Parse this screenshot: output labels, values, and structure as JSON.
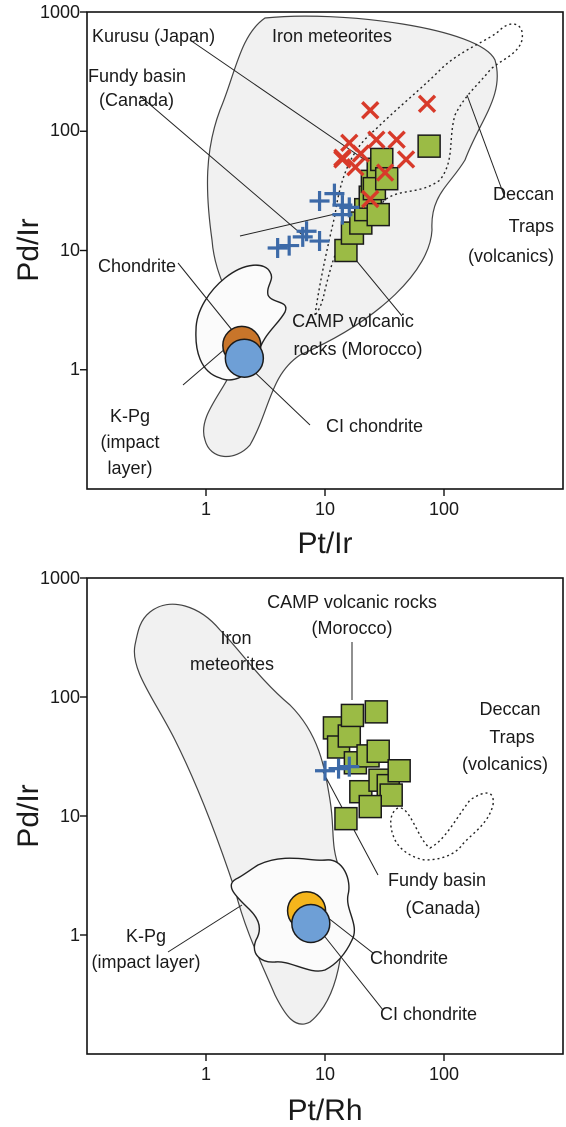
{
  "chart_data": [
    {
      "type": "scatter",
      "scale": "log-log",
      "xlabel": "Pt/Ir",
      "ylabel": "Pd/Ir",
      "xlim": [
        0.1,
        1000
      ],
      "ylim": [
        0.1,
        1000
      ],
      "x_ticks": [
        1,
        10,
        100
      ],
      "y_ticks": [
        1,
        10,
        100,
        1000
      ],
      "grid": false,
      "colors": {
        "kurusu": "#d83a2a",
        "fundy": "#3d6aa8",
        "camp": "#9bbb45",
        "chondrite": "#c8752a",
        "ci_chondrite": "#6e9fd6",
        "field_fill": "#f0f0f0"
      },
      "series": [
        {
          "name": "Kurusu (Japan)",
          "marker": "x",
          "color": "#d83a2a",
          "points": [
            [
              14,
              60
            ],
            [
              16,
              80
            ],
            [
              18,
              50
            ],
            [
              20,
              65
            ],
            [
              24,
              150
            ],
            [
              27,
              85
            ],
            [
              32,
              45
            ],
            [
              40,
              85
            ],
            [
              48,
              58
            ],
            [
              72,
              170
            ],
            [
              24,
              27
            ],
            [
              14,
              58
            ]
          ]
        },
        {
          "name": "Fundy basin (Canada)",
          "marker": "plus",
          "color": "#3d6aa8",
          "points": [
            [
              4,
              10.5
            ],
            [
              5,
              11
            ],
            [
              6.5,
              13
            ],
            [
              7,
              14.5
            ],
            [
              9,
              12
            ],
            [
              9,
              26
            ],
            [
              12,
              30
            ],
            [
              14,
              24
            ],
            [
              16,
              23
            ],
            [
              14,
              20
            ]
          ]
        },
        {
          "name": "CAMP volcanic rocks (Morocco)",
          "marker": "square",
          "color": "#9bbb45",
          "points": [
            [
              15,
              10
            ],
            [
              17,
              14
            ],
            [
              20,
              17
            ],
            [
              22,
              22
            ],
            [
              24,
              28
            ],
            [
              25,
              38
            ],
            [
              28,
              48
            ],
            [
              28,
              20
            ],
            [
              30,
              58
            ],
            [
              26,
              33
            ],
            [
              33,
              40
            ],
            [
              75,
              75
            ]
          ]
        },
        {
          "name": "Chondrite",
          "marker": "circle",
          "color": "#c8752a",
          "points": [
            [
              2,
              1.6
            ]
          ]
        },
        {
          "name": "CI chondrite",
          "marker": "circle",
          "color": "#6e9fd6",
          "points": [
            [
              2.1,
              1.25
            ]
          ]
        }
      ],
      "fields": [
        {
          "name": "Iron meteorites",
          "style": "solid-filled"
        },
        {
          "name": "K-Pg (impact layer)",
          "style": "solid"
        },
        {
          "name": "Deccan Traps (volcanics)",
          "style": "dotted"
        }
      ],
      "annotations": [
        {
          "text": "Kurusu (Japan)"
        },
        {
          "text": "Iron meteorites"
        },
        {
          "text": "Fundy basin",
          "line2": "(Canada)"
        },
        {
          "text": "Deccan",
          "line2": "Traps",
          "line3": "(volcanics)"
        },
        {
          "text": "Chondrite"
        },
        {
          "text": "CAMP volcanic",
          "line2": "rocks (Morocco)"
        },
        {
          "text": "K-Pg",
          "line2": "(impact",
          "line3": "layer)"
        },
        {
          "text": "CI chondrite"
        }
      ]
    },
    {
      "type": "scatter",
      "scale": "log-log",
      "xlabel": "Pt/Rh",
      "ylabel": "Pd/Ir",
      "xlim": [
        0.1,
        1000
      ],
      "ylim": [
        0.1,
        1000
      ],
      "x_ticks": [
        1,
        10,
        100
      ],
      "y_ticks": [
        1,
        10,
        100,
        1000
      ],
      "grid": false,
      "colors": {
        "fundy": "#3d6aa8",
        "camp": "#9bbb45",
        "chondrite": "#f5b51c",
        "ci_chondrite": "#6e9fd6",
        "field_fill": "#f0f0f0"
      },
      "series": [
        {
          "name": "CAMP volcanic rocks (Morocco)",
          "marker": "square",
          "color": "#9bbb45",
          "points": [
            [
              12,
              55
            ],
            [
              13,
              38
            ],
            [
              16,
              47
            ],
            [
              17,
              70
            ],
            [
              18,
              28
            ],
            [
              20,
              16
            ],
            [
              23,
              32
            ],
            [
              27,
              75
            ],
            [
              28,
              35
            ],
            [
              29,
              20
            ],
            [
              34,
              18
            ],
            [
              36,
              15
            ],
            [
              42,
              24
            ],
            [
              15,
              9.5
            ],
            [
              24,
              12
            ]
          ]
        },
        {
          "name": "Fundy basin (Canada)",
          "marker": "plus",
          "color": "#3d6aa8",
          "points": [
            [
              10,
              24
            ],
            [
              13,
              25
            ],
            [
              16,
              26
            ]
          ]
        },
        {
          "name": "Chondrite",
          "marker": "circle",
          "color": "#f5b51c",
          "points": [
            [
              7,
              1.6
            ]
          ]
        },
        {
          "name": "CI chondrite",
          "marker": "circle",
          "color": "#6e9fd6",
          "points": [
            [
              7.6,
              1.25
            ]
          ]
        }
      ],
      "fields": [
        {
          "name": "Iron meteorites",
          "style": "solid-filled"
        },
        {
          "name": "K-Pg (impact layer)",
          "style": "solid"
        },
        {
          "name": "Deccan Traps (volcanics)",
          "style": "dotted"
        }
      ],
      "annotations": [
        {
          "text": "CAMP volcanic rocks",
          "line2": "(Morocco)"
        },
        {
          "text": "Iron",
          "line2": "meteorites"
        },
        {
          "text": "Deccan",
          "line2": "Traps",
          "line3": "(volcanics)"
        },
        {
          "text": "Fundy basin",
          "line2": "(Canada)"
        },
        {
          "text": "K-Pg",
          "line2": "(impact layer)"
        },
        {
          "text": "Chondrite"
        },
        {
          "text": "CI chondrite"
        }
      ]
    }
  ]
}
